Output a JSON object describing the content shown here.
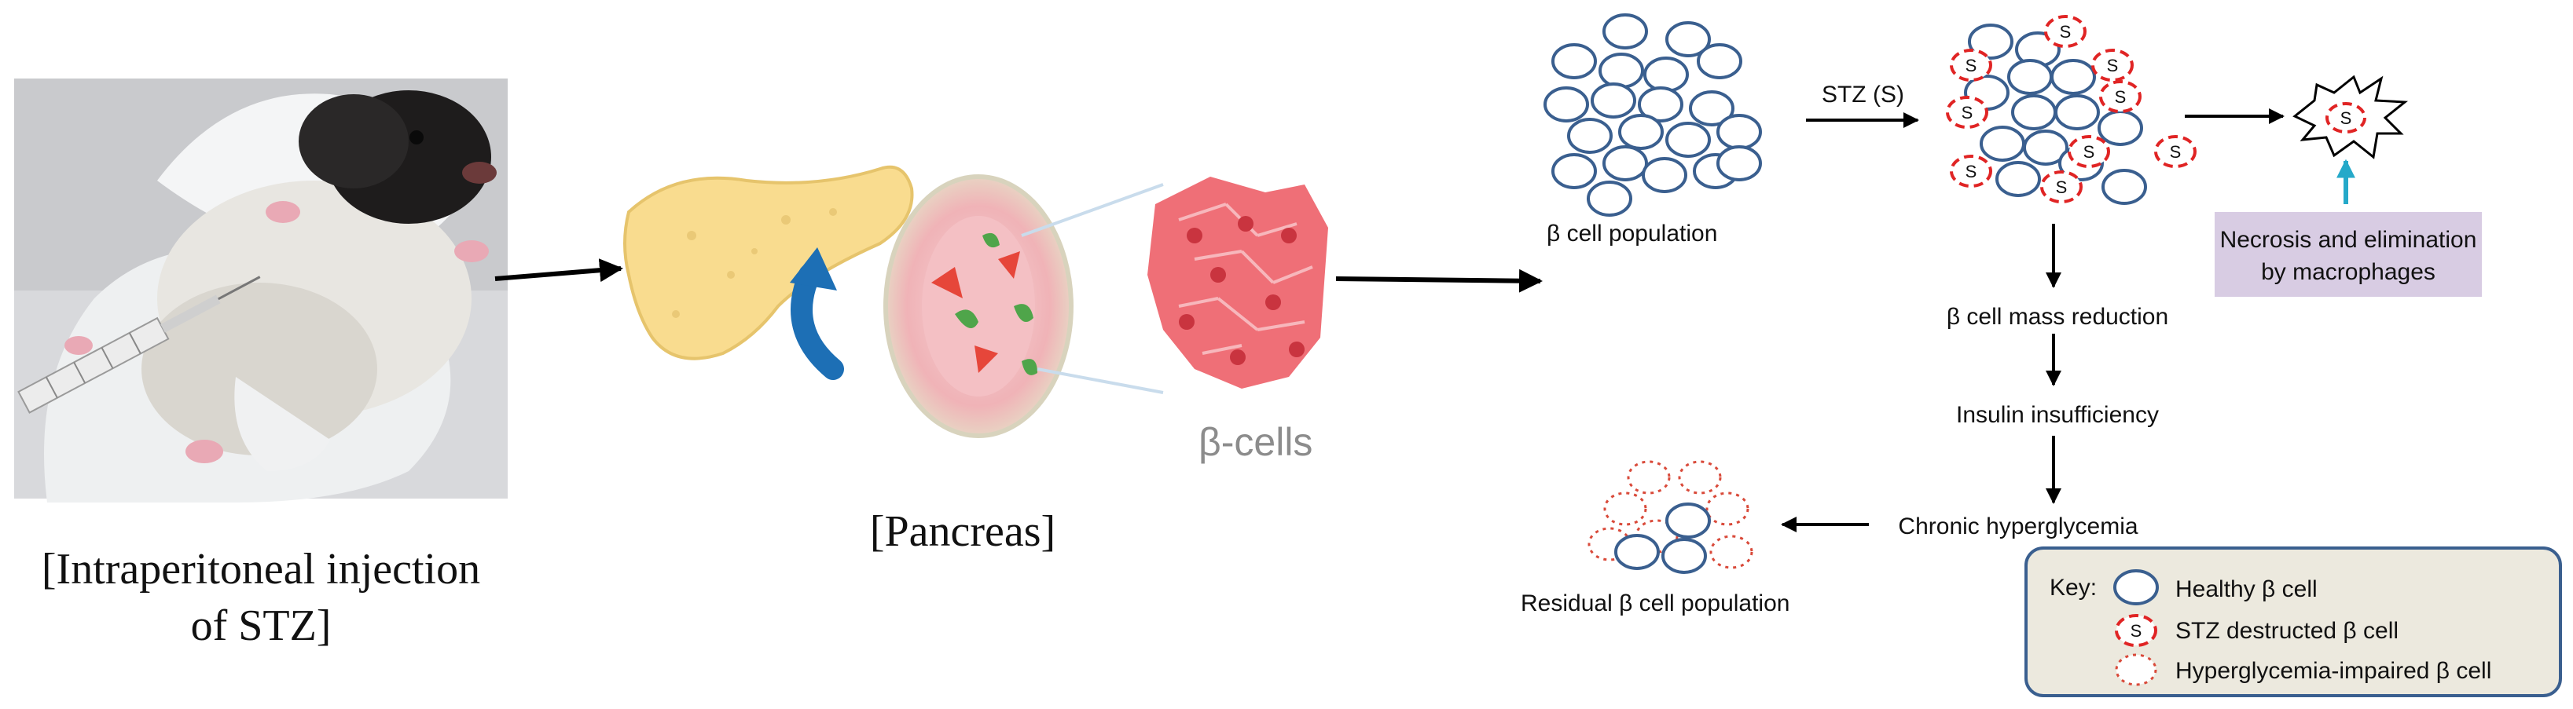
{
  "left_panel": {
    "injection_caption_line1": "[Intraperitoneal injection",
    "injection_caption_line2": "of STZ]",
    "pancreas_caption": "[Pancreas]",
    "beta_cells_label": "β-cells"
  },
  "mechanism": {
    "beta_population_label": "β cell population",
    "stz_arrow_label": "STZ (S)",
    "stz_marker": "S",
    "necrosis_box_line1": "Necrosis and elimination",
    "necrosis_box_line2": "by macrophages",
    "mass_reduction": "β cell mass reduction",
    "insulin_insufficiency": "Insulin insufficiency",
    "chronic_hyperglycemia": "Chronic hyperglycemia",
    "residual_population": "Residual β cell population"
  },
  "key": {
    "title": "Key:",
    "healthy": "Healthy β cell",
    "stz_destructed": "STZ destructed β cell",
    "hyper_impaired": "Hyperglycemia-impaired β cell"
  },
  "colors": {
    "healthy_outline": "#3a5f8f",
    "stz_outline": "#e02424",
    "necrosis_box": "#d8cce3",
    "key_box": "#ece9de",
    "key_border": "#3a5f8f",
    "macrophage_arrow": "#25a9c9"
  }
}
